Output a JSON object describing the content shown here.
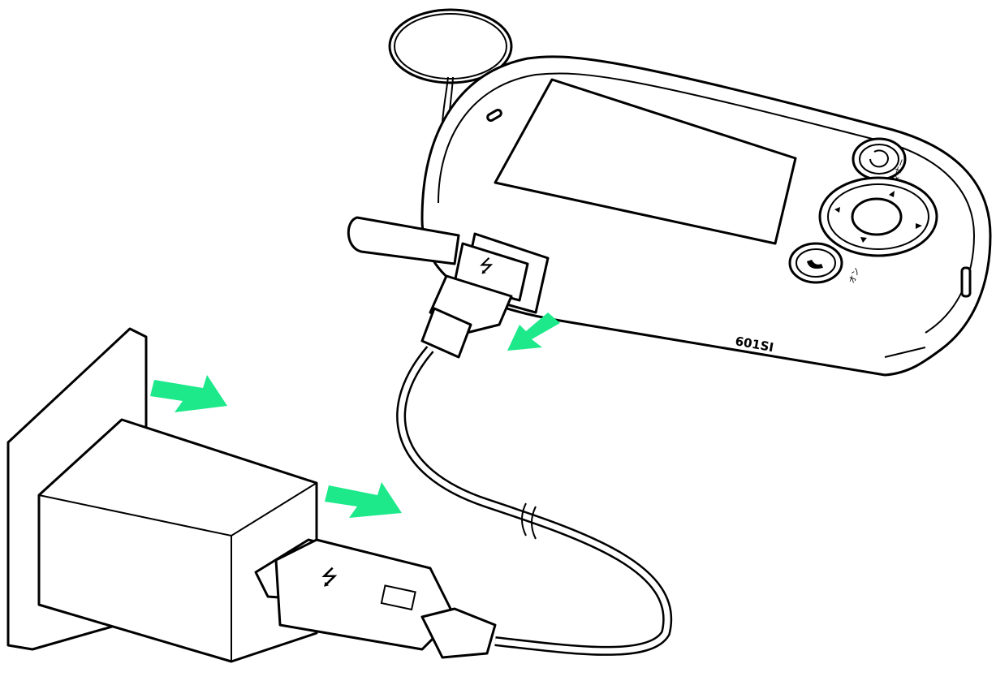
{
  "device": {
    "model_label": "601SI",
    "button_labels": {
      "manner": "マナー",
      "on": "オン"
    }
  },
  "colors": {
    "arrow": "#1de98b",
    "line": "#000000",
    "background": "#ffffff"
  }
}
